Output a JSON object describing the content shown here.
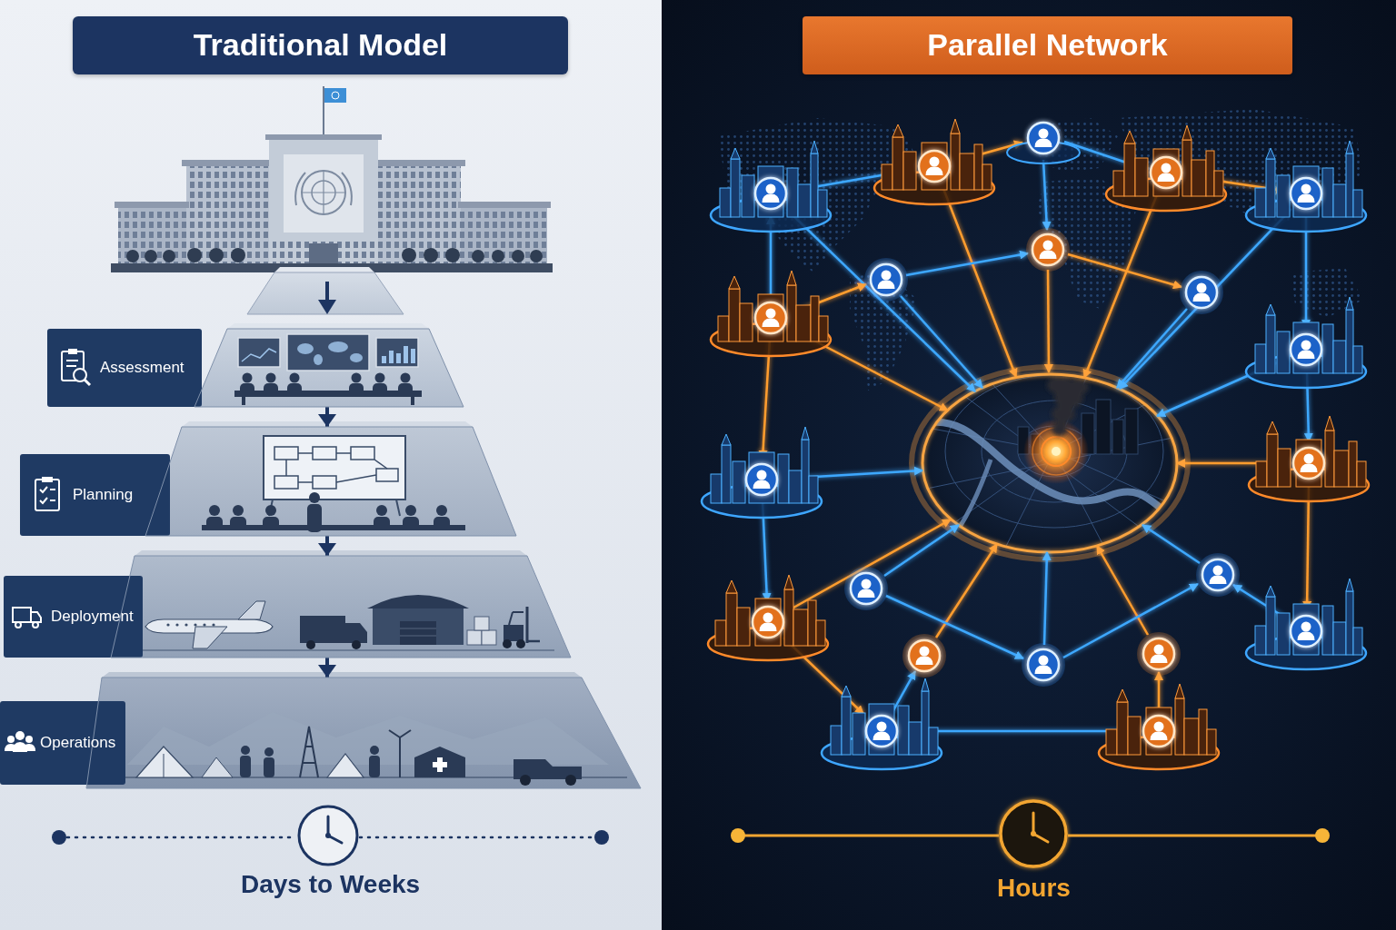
{
  "diagram": {
    "nodes": [
      {
        "text": [
          "Traditional Model"
        ]
      },
      {
        "text": [
          "Assessment"
        ]
      },
      {
        "text": [
          "Planning"
        ]
      },
      {
        "text": [
          "Deployment"
        ]
      },
      {
        "text": [
          "Operations"
        ]
      },
      {
        "text": [
          "Parallel Network"
        ]
      }
    ],
    "edges": [
      {
        "from": 1,
        "to": 2,
        "arrow": "to"
      },
      {
        "from": 2,
        "to": 3,
        "arrow": "to"
      },
      {
        "from": 3,
        "to": 4,
        "arrow": "to"
      }
    ],
    "labels": [
      "Days to Weeks",
      "Hours"
    ]
  }
}
